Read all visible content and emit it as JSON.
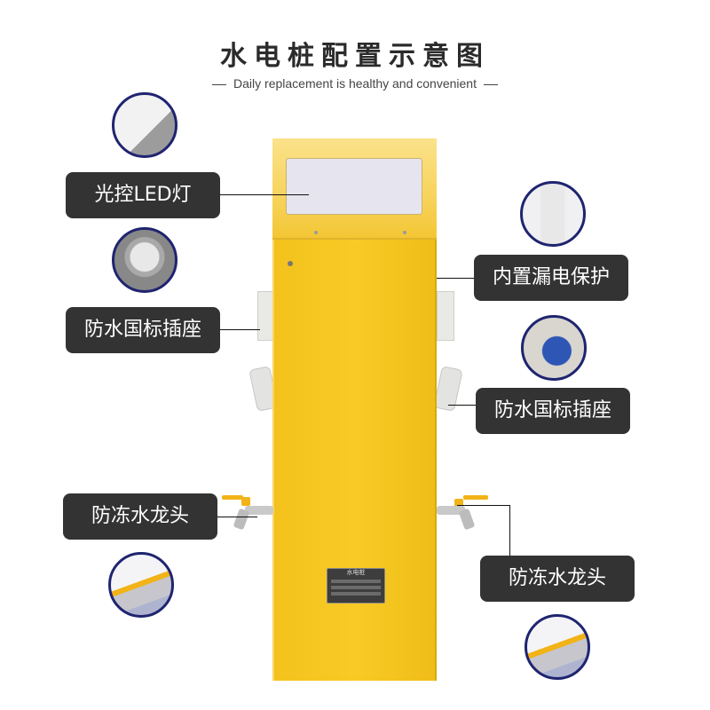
{
  "header": {
    "title": "水电桩配置示意图",
    "subtitle": "Daily replacement is healthy and convenient"
  },
  "product": {
    "name": "water-electric-pillar",
    "body_color": "#f5c520",
    "nameplate_text": "水电桩"
  },
  "callouts": {
    "left": [
      {
        "label": "光控LED灯",
        "photo": "led-light-panel-photo"
      },
      {
        "label": "防水国标插座",
        "photo": "waterproof-socket-photo"
      },
      {
        "label": "防冻水龙头",
        "photo": "antifreeze-faucet-photo"
      }
    ],
    "right": [
      {
        "label": "内置漏电保护",
        "photo": "leakage-breaker-photo"
      },
      {
        "label": "防水国标插座",
        "photo": "industrial-socket-photo"
      },
      {
        "label": "防冻水龙头",
        "photo": "antifreeze-faucet-photo"
      }
    ]
  },
  "colors": {
    "label_bg": "#333333",
    "label_text": "#ffffff",
    "circle_border": "#1f2470",
    "title_text": "#2b2b2b"
  }
}
